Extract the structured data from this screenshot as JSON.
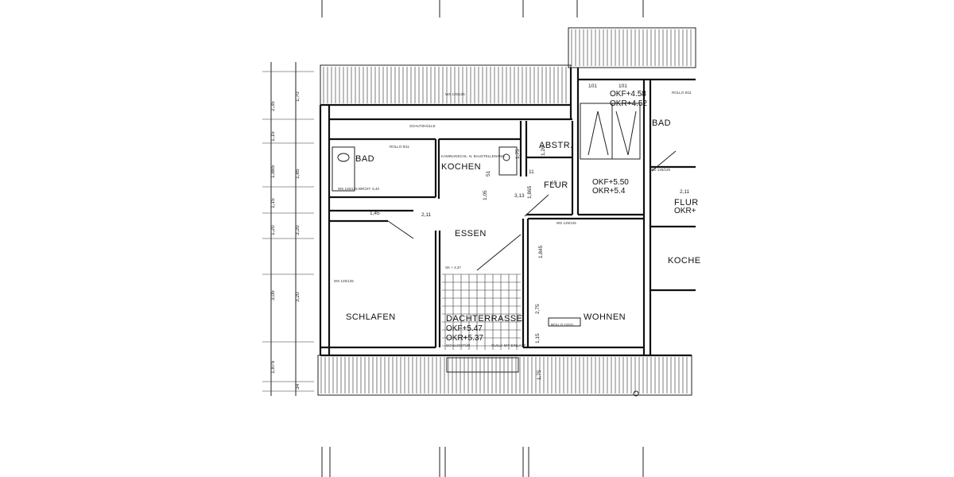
{
  "rooms": {
    "bad_left": "BAD",
    "kochen": "KOCHEN",
    "abstr": "ABSTR.",
    "flur": "FLUR",
    "essen": "ESSEN",
    "schlafen": "SCHLAFEN",
    "dachterrasse": "DACHTERRASSE",
    "wohnen": "WOHNEN",
    "bad_right": "BAD",
    "flur_right": "FLUR",
    "kochen_right": "KOCHE"
  },
  "levels": {
    "stair_okf": "OKF+4.58",
    "stair_okr": "OKR+4.52",
    "flur_okf": "OKF+5.50",
    "flur_okr": "OKR+5.4",
    "terrace_okf": "OKF+5.47",
    "terrace_okr": "OKR+5.37",
    "right_okr": "OKR+"
  },
  "dimensions": {
    "left_vertical": [
      "2,35",
      "1,15",
      "1,885",
      "1,15",
      "1,20",
      "3,05",
      "1,875"
    ],
    "left_inner": [
      "1,70",
      "1,85",
      "3,20",
      "3,20",
      "34"
    ],
    "stair_top": [
      "101",
      "101"
    ],
    "misc": [
      "1,45",
      "1,05",
      "1,865",
      "1,75",
      "1,845",
      "51",
      "11",
      "2,11",
      "2,11",
      "65",
      "3,13",
      "1,26",
      "1,15",
      "2,75",
      "1,75"
    ]
  },
  "notes": {
    "ws_top": "WS 125/125",
    "schutzhuelle": "SCHUTZHÜLLE",
    "kamin": "KAMINANSCHL. N. BAUSTELLENANG.",
    "ws_bad": "WS 125/125 BRÜST. 5,40",
    "rollo_kueche": "ROLLO 8/11",
    "ws_schlafen": "WS 125/125",
    "sk": "SK + 4,37",
    "ws_wohnen": "WS 125/125",
    "rollo_wohnen": "ROLLO 10/10",
    "gully": "GULLY MIT EINLAUF",
    "rollo_right": "ROLLO 8/11",
    "ws_right": "WD 125/125",
    "dachterrasse_note": "SCHLUSSTÜR"
  }
}
